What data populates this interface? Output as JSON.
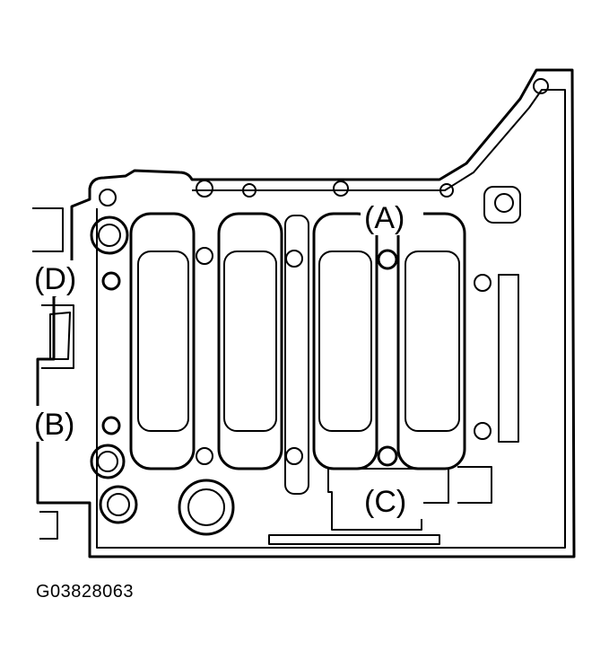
{
  "labels": {
    "a": "(A)",
    "b": "(B)",
    "c": "(C)",
    "d": "(D)"
  },
  "figure_code": "G03828063"
}
